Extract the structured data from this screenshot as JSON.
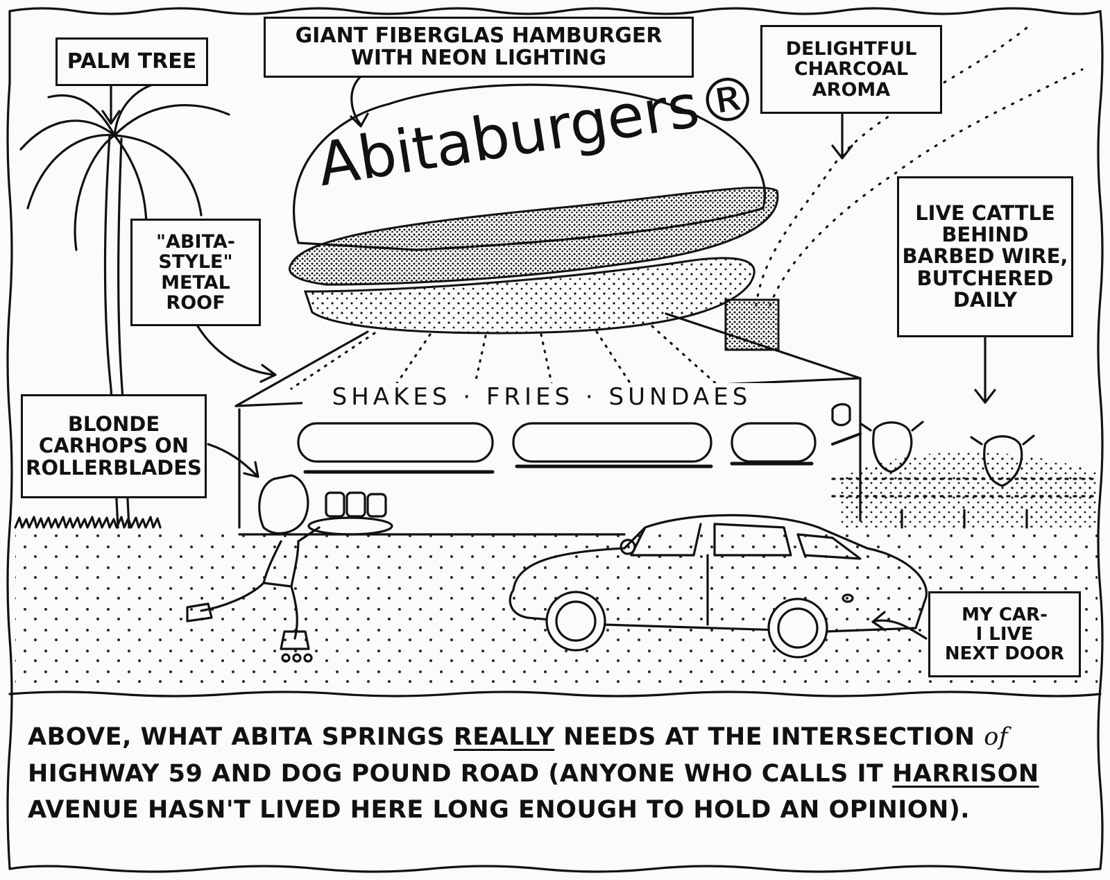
{
  "brand": {
    "sign": "Abitaburgers®"
  },
  "menu_line": "SHAKES · FRIES · SUNDAES",
  "labels": {
    "palm_tree": "PALM TREE",
    "hamburger": "GIANT FIBERGLAS HAMBURGER\nWITH NEON LIGHTING",
    "aroma": "DELIGHTFUL\nCHARCOAL\nAROMA",
    "roof": "\"ABITA-\nSTYLE\"\nMETAL\nROOF",
    "cattle": "LIVE CATTLE\nBEHIND\nBARBED WIRE,\nBUTCHERED\nDAILY",
    "carhops": "BLONDE\nCARHOPS ON\nROLLERBLADES",
    "car": "MY CAR-\nI LIVE\nNEXT DOOR"
  },
  "caption": {
    "p1": "Above, what Abita Springs ",
    "u1": "really",
    "p2": " needs at the intersection ",
    "of": "of",
    "p3": " Highway 59 and Dog Pound Road (anyone who calls it ",
    "u2": "Harrison",
    "p4": " Avenue hasn't lived here long enough to hold an opinion)."
  }
}
